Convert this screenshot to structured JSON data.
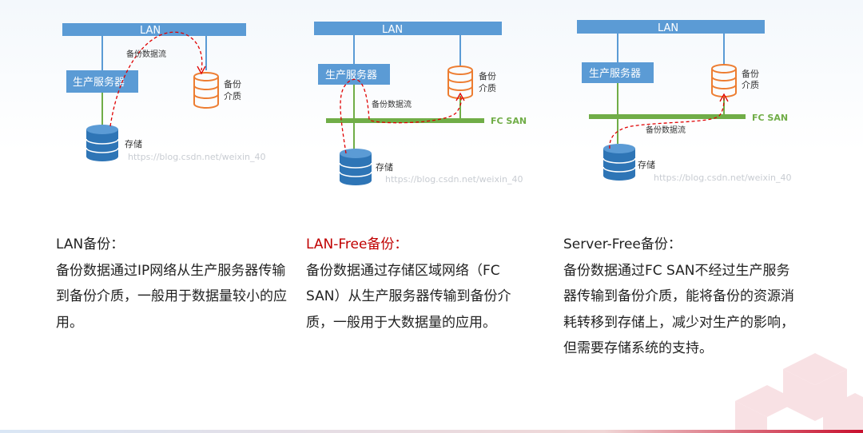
{
  "colors": {
    "lan_bar": "#5b9bd5",
    "server_box": "#5b9bd5",
    "fc_san": "#70ad47",
    "backup_media": "#ed7d31",
    "storage": "#2e75b6",
    "flow": "#e00000",
    "red_title": "#c00000"
  },
  "diagrams": [
    {
      "lan": "LAN",
      "server": "生产服务器",
      "flow": "备份数据流",
      "media": "备份\n介质",
      "storage": "存储",
      "watermark": "https://blog.csdn.net/weixin_40"
    },
    {
      "lan": "LAN",
      "server": "生产服务器",
      "flow": "备份数据流",
      "media": "备份\n介质",
      "storage": "存储",
      "fcsan": "FC SAN",
      "watermark": "https://blog.csdn.net/weixin_40"
    },
    {
      "lan": "LAN",
      "server": "生产服务器",
      "flow": "备份数据流",
      "media": "备份\n介质",
      "storage": "存储",
      "fcsan": "FC SAN",
      "watermark": "https://blog.csdn.net/weixin_40"
    }
  ],
  "texts": [
    {
      "title": "LAN备份：",
      "body": "备份数据通过IP网络从生产服务器传输到备份介质，一般用于数据量较小的应用。"
    },
    {
      "title": "LAN-Free备份：",
      "body": "备份数据通过存储区域网络（FC SAN）从生产服务器传输到备份介质，一般用于大数据量的应用。"
    },
    {
      "title": "Server-Free备份：",
      "body": "备份数据通过FC SAN不经过生产服务器传输到备份介质，能将备份的资源消耗转移到存储上，减少对生产的影响，但需要存储系统的支持。"
    }
  ]
}
